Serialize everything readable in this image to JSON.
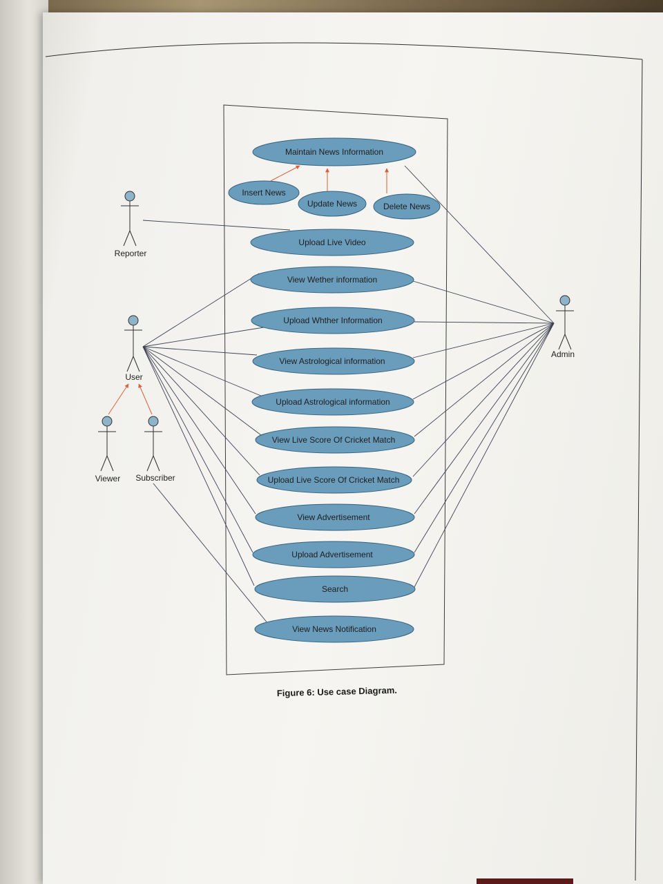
{
  "diagram": {
    "actors": {
      "reporter": "Reporter",
      "user": "User",
      "viewer": "Viewer",
      "subscriber": "Subscriber",
      "admin": "Admin"
    },
    "use_cases": {
      "maintain_news": "Maintain News Information",
      "insert_news": "Insert News",
      "update_news": "Update News",
      "delete_news": "Delete News",
      "upload_live_video": "Upload Live Video",
      "view_weather": "View Wether information",
      "upload_weather": "Upload Whther Information",
      "view_astro": "View Astrological information",
      "upload_astro": "Upload Astrological information",
      "view_cricket": "View Live Score Of Cricket Match",
      "upload_cricket": "Upload Live Score Of Cricket Match",
      "view_ad": "View Advertisement",
      "upload_ad": "Upload Advertisement",
      "search": "Search",
      "view_notification": "View News Notification"
    },
    "caption": "Figure 6: Use case Diagram.",
    "colors": {
      "use_case_fill": "#6a9dbc",
      "use_case_stroke": "#35617d",
      "actor_head": "#8fb3c9",
      "generalization_arrow": "#d9603a",
      "line": "#3b4150"
    }
  }
}
